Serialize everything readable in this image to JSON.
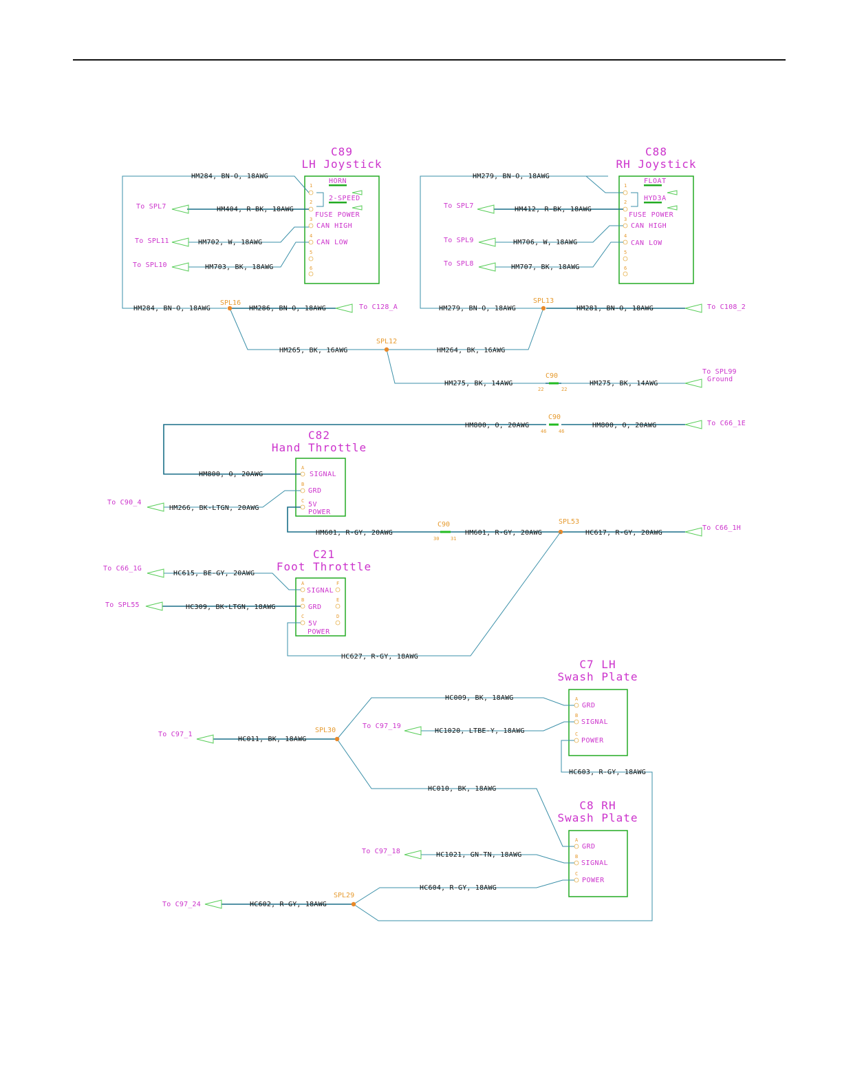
{
  "connectors": [
    {
      "id": "c89",
      "name": "C89",
      "title": "LH Joystick",
      "pins": [
        "HORN",
        "2-SPEED",
        "FUSE POWER",
        "CAN HIGH",
        "CAN LOW"
      ],
      "pin_numbers": [
        "1",
        "2",
        "3",
        "4",
        "5",
        "6"
      ]
    },
    {
      "id": "c88",
      "name": "C88",
      "title": "RH Joystick",
      "pins": [
        "FLOAT",
        "HYD3A",
        "FUSE POWER",
        "CAN HIGH",
        "CAN LOW"
      ],
      "pin_numbers": [
        "1",
        "2",
        "3",
        "4",
        "5",
        "6"
      ]
    },
    {
      "id": "c82",
      "name": "C82",
      "title": "Hand Throttle",
      "pins": [
        "SIGNAL",
        "GRD",
        "5V",
        "POWER"
      ],
      "pin_numbers": [
        "A",
        "B",
        "C"
      ]
    },
    {
      "id": "c21",
      "name": "C21",
      "title": "Foot Throttle",
      "pins": [
        "SIGNAL",
        "GRD",
        "5V",
        "POWER"
      ],
      "pin_numbers": [
        "A",
        "B",
        "C",
        "F",
        "E",
        "D"
      ]
    },
    {
      "id": "c7",
      "name": "C7 LH",
      "title": "Swash Plate",
      "pins": [
        "GRD",
        "SIGNAL",
        "POWER"
      ],
      "pin_numbers": [
        "A",
        "B",
        "C"
      ]
    },
    {
      "id": "c8",
      "name": "C8 RH",
      "title": "Swash Plate",
      "pins": [
        "GRD",
        "SIGNAL",
        "POWER"
      ],
      "pin_numbers": [
        "A",
        "B",
        "C"
      ]
    }
  ],
  "wires": [
    "HM284, BN-O, 18AWG",
    "HM404, R-BK, 18AWG",
    "HM702, W, 18AWG",
    "HM703, BK, 18AWG",
    "HM284, BN-O, 18AWG",
    "HM286, BN-O, 18AWG",
    "HM279, BN-O, 18AWG",
    "HM412, R-BK, 18AWG",
    "HM706, W, 18AWG",
    "HM707, BK, 18AWG",
    "HM279, BN-O, 18AWG",
    "HM281, BN-O, 18AWG",
    "HM265, BK, 16AWG",
    "HM264, BK, 16AWG",
    "HM275, BK, 14AWG",
    "HM275, BK, 14AWG",
    "HM800, O, 20AWG",
    "HM800, O, 20AWG",
    "HM800, O, 20AWG",
    "HM266, BK-LTGN, 20AWG",
    "HM601, R-GY, 20AWG",
    "HM601, R-GY, 20AWG",
    "HC617, R-GY, 20AWG",
    "HC615, BE-GY, 20AWG",
    "HC309, BK-LTGN, 18AWG",
    "HC627, R-GY, 18AWG",
    "HC009, BK, 18AWG",
    "HC011, BK, 18AWG",
    "HC1020, LTBE-Y, 18AWG",
    "HC603, R-GY, 18AWG",
    "HC010, BK, 18AWG",
    "HC1021, GN-TN, 18AWG",
    "HC604, R-GY, 18AWG",
    "HC602, R-GY, 18AWG"
  ],
  "destinations": [
    "To SPL7",
    "To SPL11",
    "To SPL10",
    "To C128_A",
    "To SPL7",
    "To SPL9",
    "To SPL8",
    "To C108_2",
    "To SPL99",
    "Ground",
    "To C66_1E",
    "To C90_4",
    "To C66_1H",
    "To C66_1G",
    "To SPL55",
    "To C97_1",
    "To C97_19",
    "To C97_18",
    "To C97_24"
  ],
  "splices": [
    "SPL16",
    "SPL13",
    "SPL12",
    "SPL53",
    "SPL30",
    "SPL29"
  ],
  "inline_connectors": [
    {
      "name": "C90",
      "pins": [
        "22",
        "22"
      ]
    },
    {
      "name": "C90",
      "pins": [
        "46",
        "46"
      ]
    },
    {
      "name": "C90",
      "pins": [
        "30",
        "31"
      ]
    }
  ],
  "colors": {
    "wire": "#3a8fa8",
    "connector_box": "#22aa22",
    "label_magenta": "#cc33cc",
    "splice_orange": "#e8892a"
  }
}
